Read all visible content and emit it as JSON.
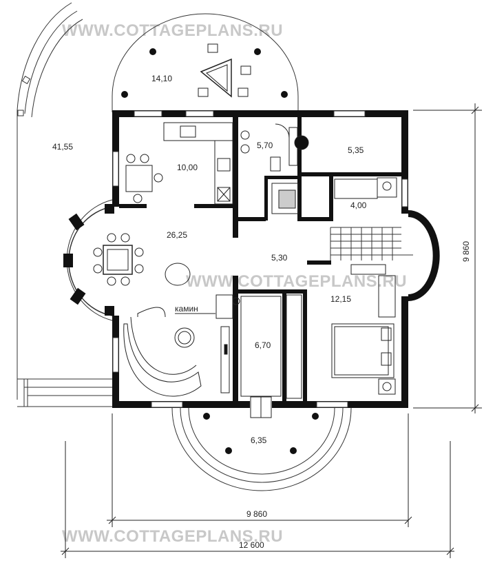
{
  "watermarks": [
    "WWW.COTTAGEPLANS.RU",
    "WWW.COTTAGEPLANS.RU",
    "WWW.COTTAGEPLANS.RU"
  ],
  "rooms": {
    "terrace_top": "14,10",
    "terrace_left": "41,55",
    "kitchen": "10,00",
    "bath_small": "5,70",
    "room_top_right": "5,35",
    "utility": "4,00",
    "living": "26,25",
    "hall": "5,30",
    "bedroom": "12,15",
    "corridor": "6,70",
    "porch": "6,35"
  },
  "fireplace_label": "камин",
  "dimensions": {
    "width_inner": "9 860",
    "width_total": "12 600",
    "height": "9 860"
  }
}
